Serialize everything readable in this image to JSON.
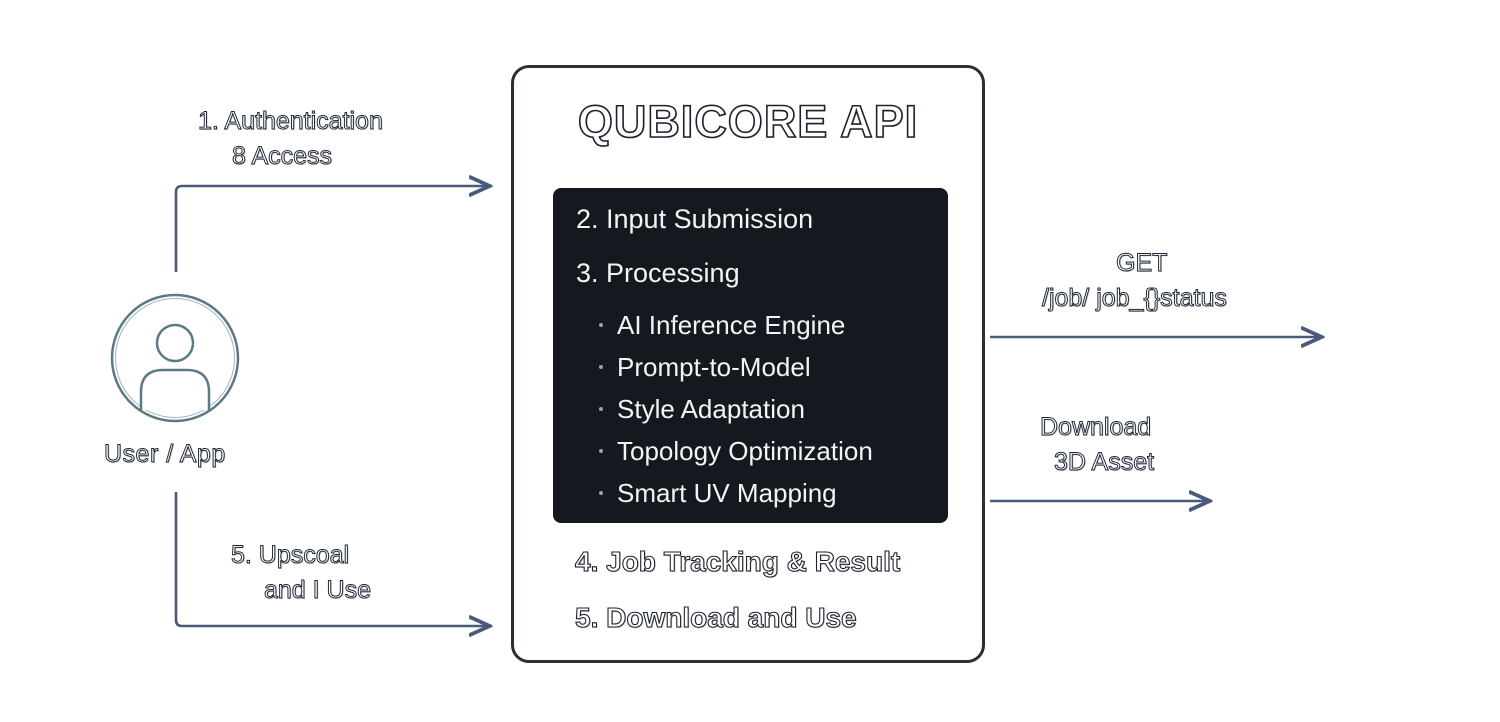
{
  "user": {
    "label": "User / App"
  },
  "edges": {
    "auth": [
      "1. Authentication",
      "8 Access"
    ],
    "upscale": [
      "5. Upscoal",
      "and I Use"
    ],
    "get": [
      "GET",
      "/job/ job_{}status"
    ],
    "download": [
      "Download",
      "3D Asset"
    ]
  },
  "api": {
    "title": "QUBICORE API",
    "panel_steps": [
      "2. Input Submission",
      "3. Processing"
    ],
    "processing_items": [
      "AI Inference Engine",
      "Prompt-to-Model",
      "Style Adaptation",
      "Topology Optimization",
      "Smart UV Mapping"
    ],
    "bottom_steps": [
      "4. Job Tracking & Result",
      "5. Download and Use"
    ]
  },
  "colors": {
    "arrow": "#4a5a7a",
    "panel": "#15181e",
    "user_icon": "#6f8a94"
  }
}
